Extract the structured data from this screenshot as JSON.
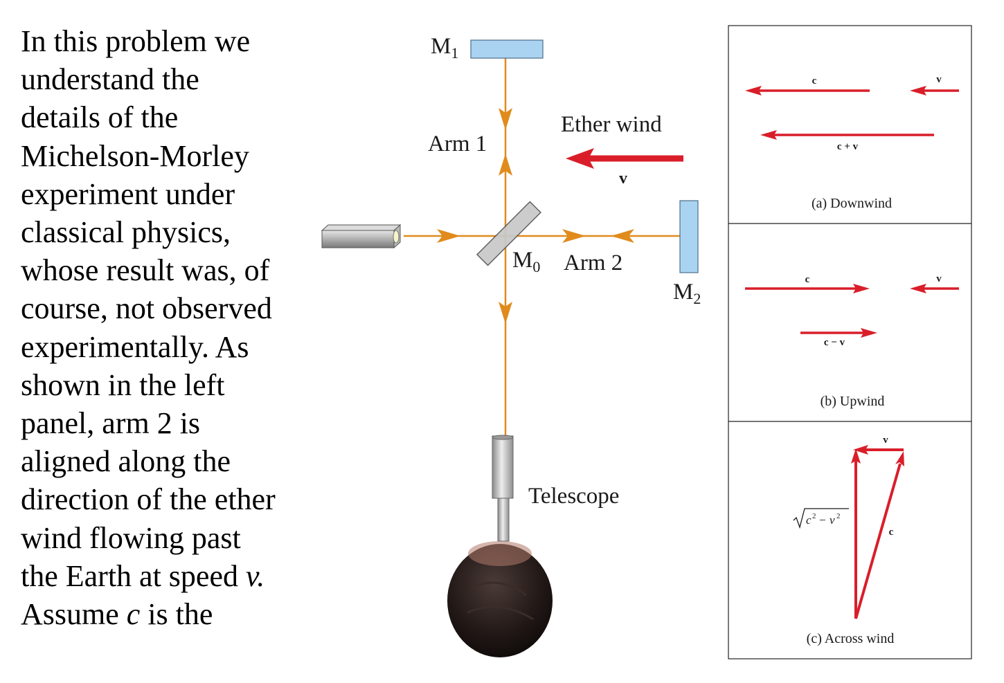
{
  "problem_text": {
    "lines": [
      {
        "parts": [
          {
            "text": "In this problem we"
          }
        ]
      },
      {
        "parts": [
          {
            "text": "understand the"
          }
        ]
      },
      {
        "parts": [
          {
            "text": "details of the"
          }
        ]
      },
      {
        "parts": [
          {
            "text": "Michelson-Morley"
          }
        ]
      },
      {
        "parts": [
          {
            "text": "experiment under"
          }
        ]
      },
      {
        "parts": [
          {
            "text": "classical physics,"
          }
        ]
      },
      {
        "parts": [
          {
            "text": "whose result was, of"
          }
        ]
      },
      {
        "parts": [
          {
            "text": "course, not observed"
          }
        ]
      },
      {
        "parts": [
          {
            "text": "experimentally. As"
          }
        ]
      },
      {
        "parts": [
          {
            "text": "shown in the left"
          }
        ]
      },
      {
        "parts": [
          {
            "text": "panel, arm 2 is"
          }
        ]
      },
      {
        "parts": [
          {
            "text": "aligned along the"
          }
        ]
      },
      {
        "parts": [
          {
            "text": "direction of the ether"
          }
        ]
      },
      {
        "parts": [
          {
            "text": "wind flowing past"
          }
        ]
      },
      {
        "parts": [
          {
            "text": "the Earth at speed "
          },
          {
            "text": "v.",
            "italic": true
          }
        ]
      },
      {
        "parts": [
          {
            "text": "Assume "
          },
          {
            "text": "c",
            "italic": true
          },
          {
            "text": " is the"
          }
        ]
      }
    ]
  },
  "interferometer": {
    "m1": {
      "main": "M",
      "sub": "1"
    },
    "m2": {
      "main": "M",
      "sub": "2"
    },
    "m0": {
      "main": "M",
      "sub": "0"
    },
    "arm1": "Arm 1",
    "arm2": "Arm 2",
    "ether_wind": "Ether wind",
    "wind_v": "v",
    "telescope": "Telescope",
    "colors": {
      "beam": "#e08b1c",
      "mirror": "#a9d3f0",
      "wind": "#d91e2a"
    }
  },
  "panels": {
    "downwind": {
      "c": "c",
      "v": "v",
      "sum": "c + v",
      "caption": "(a) Downwind"
    },
    "upwind": {
      "c": "c",
      "v": "v",
      "diff": "c − v",
      "caption": "(b) Upwind"
    },
    "across": {
      "v": "v",
      "c": "c",
      "caption": "(c) Across wind"
    },
    "arrow_color": "#d91e2a"
  }
}
